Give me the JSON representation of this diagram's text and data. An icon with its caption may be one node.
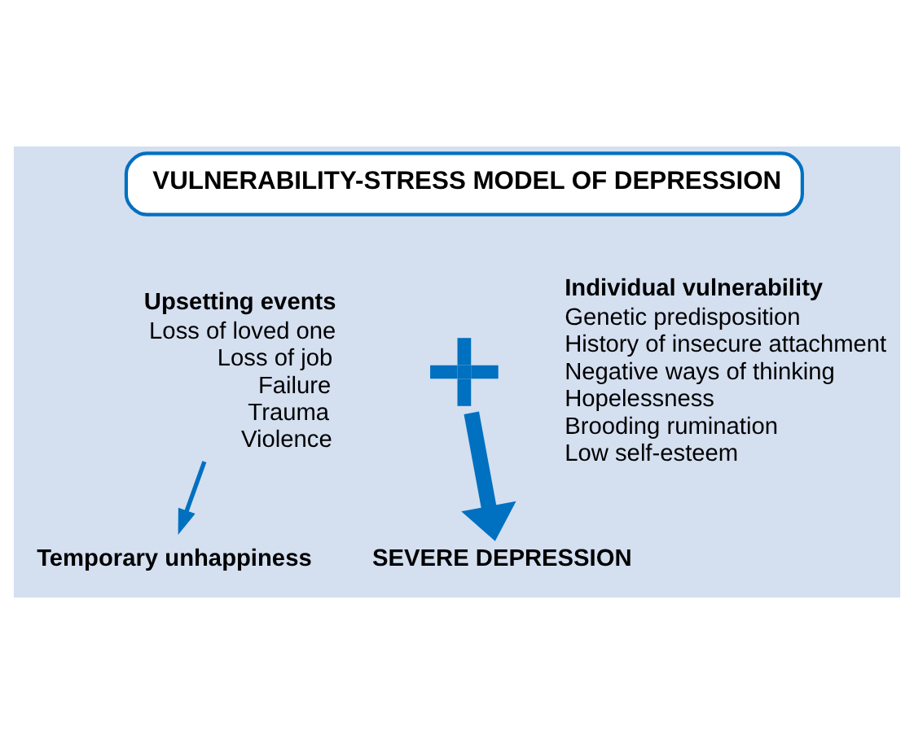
{
  "diagram": {
    "nodes": [
      {
        "text": [
          "VULNERABILITY-STRESS MODEL OF DEPRESSION"
        ]
      },
      {
        "text": [
          "Upsetting events",
          "Loss of loved one",
          "Loss of job",
          "Failure",
          "Trauma",
          "Violence"
        ]
      },
      {
        "text": [],
        "shape": "plus"
      },
      {
        "text": [
          "Individual vulnerability",
          "Genetic predisposition",
          "History of insecure attachment",
          "Negative ways of thinking",
          "Hopelessness",
          "Brooding rumination",
          "Low self-esteem"
        ]
      },
      {
        "text": [
          "Temporary unhappiness"
        ]
      },
      {
        "text": [
          "SEVERE DEPRESSION"
        ]
      }
    ],
    "edges": [
      {
        "from": 1,
        "to": 4,
        "arrow": "to"
      },
      {
        "from": 2,
        "to": 5,
        "arrow": "to",
        "style": "thick"
      }
    ]
  }
}
